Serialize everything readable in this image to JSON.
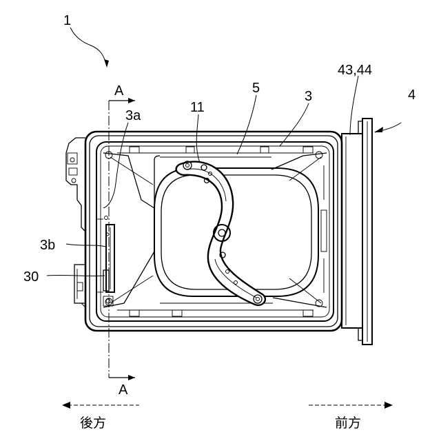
{
  "labels": {
    "ref_1": "1",
    "section_a_top": "A",
    "section_a_bottom": "A",
    "ref_3a": "3a",
    "ref_11": "11",
    "ref_5": "5",
    "ref_3": "3",
    "ref_43_44": "43,44",
    "ref_4": "4",
    "ref_3b": "3b",
    "ref_30": "30"
  },
  "directions": {
    "rear": "後方",
    "front": "前方"
  }
}
